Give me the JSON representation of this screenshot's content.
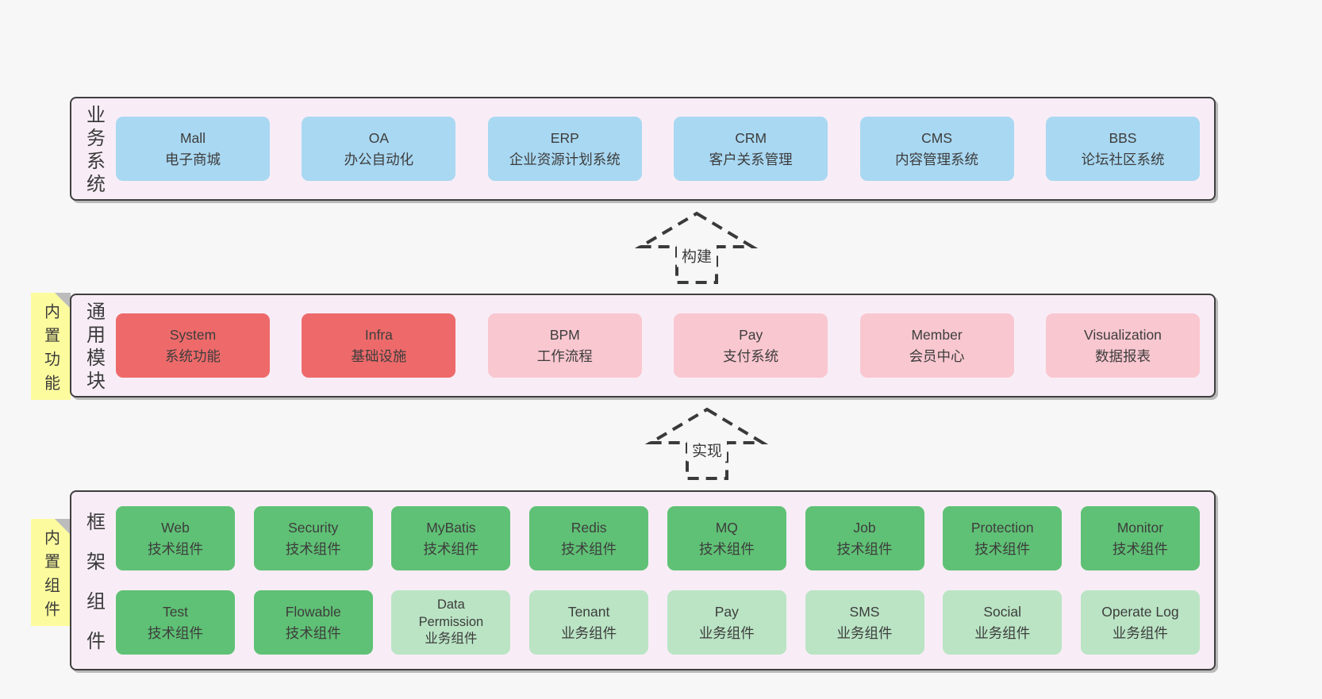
{
  "page": {
    "background": "#f7f7f7"
  },
  "colors": {
    "panel_bg": "#f8edf6",
    "panel_border": "#3f3f3f",
    "blue_box": "#a9d8f2",
    "red_box": "#ee6a6a",
    "pink_box": "#f9c7d0",
    "green_box": "#5fc175",
    "light_green_box": "#bae4c4",
    "tab_yellow": "#fcfc9e",
    "fold_gray": "#bcbcbc",
    "text": "#3b3b3b"
  },
  "diagram": {
    "layers": [
      {
        "side_label": "业务系统",
        "boxes": [
          {
            "title": "Mall",
            "subtitle": "电子商城"
          },
          {
            "title": "OA",
            "subtitle": "办公自动化"
          },
          {
            "title": "ERP",
            "subtitle": "企业资源计划系统"
          },
          {
            "title": "CRM",
            "subtitle": "客户关系管理"
          },
          {
            "title": "CMS",
            "subtitle": "内容管理系统"
          },
          {
            "title": "BBS",
            "subtitle": "论坛社区系统"
          }
        ]
      },
      {
        "side_label": "通用模块",
        "tab_label": "内置功能",
        "boxes": [
          {
            "title": "System",
            "subtitle": "系统功能"
          },
          {
            "title": "Infra",
            "subtitle": "基础设施"
          },
          {
            "title": "BPM",
            "subtitle": "工作流程"
          },
          {
            "title": "Pay",
            "subtitle": "支付系统"
          },
          {
            "title": "Member",
            "subtitle": "会员中心"
          },
          {
            "title": "Visualization",
            "subtitle": "数据报表"
          }
        ]
      },
      {
        "side_label": "框架组件",
        "tab_label": "内置组件",
        "rows": [
          [
            {
              "title": "Web",
              "subtitle": "技术组件"
            },
            {
              "title": "Security",
              "subtitle": "技术组件"
            },
            {
              "title": "MyBatis",
              "subtitle": "技术组件"
            },
            {
              "title": "Redis",
              "subtitle": "技术组件"
            },
            {
              "title": "MQ",
              "subtitle": "技术组件"
            },
            {
              "title": "Job",
              "subtitle": "技术组件"
            },
            {
              "title": "Protection",
              "subtitle": "技术组件"
            },
            {
              "title": "Monitor",
              "subtitle": "技术组件"
            }
          ],
          [
            {
              "title": "Test",
              "subtitle": "技术组件"
            },
            {
              "title": "Flowable",
              "subtitle": "技术组件"
            },
            {
              "title": "Data Permission",
              "subtitle": "业务组件"
            },
            {
              "title": "Tenant",
              "subtitle": "业务组件"
            },
            {
              "title": "Pay",
              "subtitle": "业务组件"
            },
            {
              "title": "SMS",
              "subtitle": "业务组件"
            },
            {
              "title": "Social",
              "subtitle": "业务组件"
            },
            {
              "title": "Operate Log",
              "subtitle": "业务组件"
            }
          ]
        ]
      }
    ],
    "arrows": [
      {
        "label": "构建"
      },
      {
        "label": "实现"
      }
    ]
  }
}
